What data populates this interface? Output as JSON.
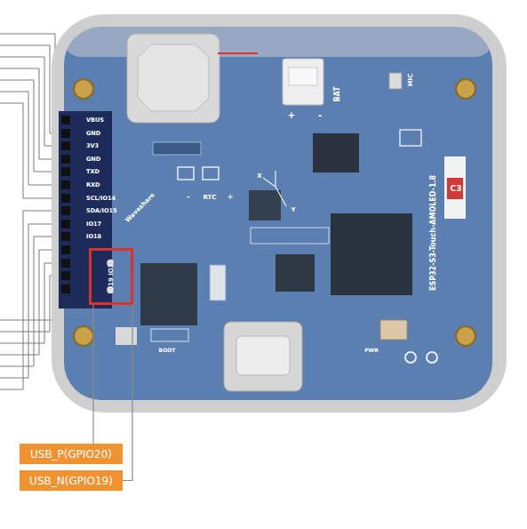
{
  "diagram": {
    "nodes": [
      {
        "text": [
          "IO19 IO20"
        ]
      },
      {
        "text": [
          "USB_P(GPIO20)"
        ]
      },
      {
        "text": [
          "USB_N(GPIO19)"
        ]
      }
    ],
    "edges": [
      {
        "from": 0,
        "to": 1,
        "arrow": "none"
      },
      {
        "from": 0,
        "to": 2,
        "arrow": "none"
      }
    ],
    "labels": [
      "VBUS",
      "GND",
      "3V3",
      "GND",
      "TXD",
      "RXD",
      "SCL/IO14",
      "SDA/IO15",
      "IO17",
      "IO18",
      "BAT",
      "MIC",
      "+",
      "-",
      "RTC",
      "-",
      "+",
      "ESP32-S3-Touch-AMOLED-1.8",
      "BOOT",
      "PWR",
      "C3",
      "Waveshare",
      "X",
      "Y"
    ]
  }
}
